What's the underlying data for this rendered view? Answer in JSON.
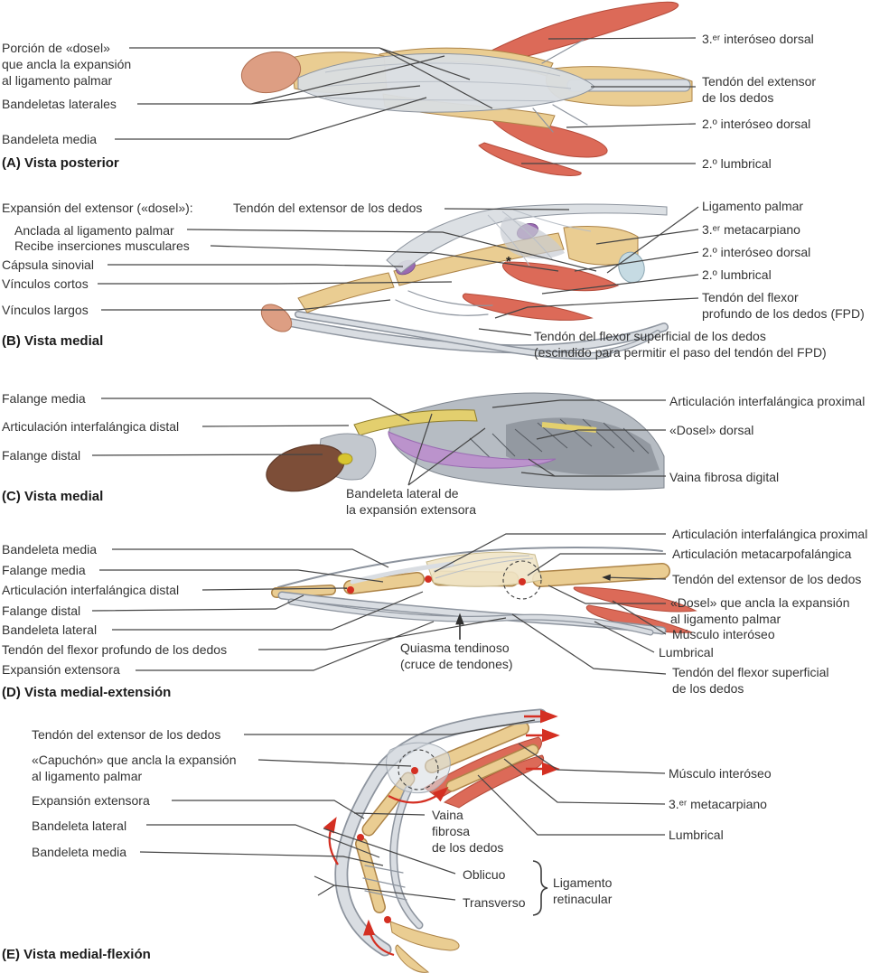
{
  "colors": {
    "muscle_red": "#dc6a58",
    "muscle_red_dark": "#b44b3a",
    "bone_tan": "#eacd92",
    "bone_outline": "#ad8448",
    "bone_yellow": "#e3cf6e",
    "tendon_gray": "#d9dde2",
    "tendon_outline": "#8d949e",
    "skin_pink": "#dd9e83",
    "skin_outline": "#b06f51",
    "fingertip_brown": "#7d4e38",
    "purple": "#9a6cb2",
    "purple_light": "#bb93cc",
    "joint_blue": "#c6dbe3",
    "accent_red": "#d42f22",
    "leader": "#454545",
    "text": "#333333"
  },
  "panels": {
    "A": {
      "caption": "(A) Vista posterior",
      "labels": {
        "dosel_portion": "Porción de «dosel»\nque ancla la expansión\nal ligamento palmar",
        "bandeletas_laterales": "Bandeletas laterales",
        "bandeleta_media": "Bandeleta media",
        "interoseo_dorsal_3": "3.ᵉʳ interóseo dorsal",
        "tendon_extensor": "Tendón del extensor\nde los dedos",
        "interoseo_dorsal_2": "2.º interóseo dorsal",
        "lumbrical_2": "2.º lumbrical"
      }
    },
    "B": {
      "caption": "(B) Vista medial",
      "labels": {
        "expansion_extensor": "Expansión del extensor («dosel»):",
        "anclada": "Anclada al ligamento palmar",
        "recibe": "Recibe inserciones musculares",
        "capsula_sinovial": "Cápsula sinovial",
        "vinculos_cortos": "Vínculos cortos",
        "vinculos_largos": "Vínculos largos",
        "tendon_extensor": "Tendón del extensor de los dedos",
        "ligamento_palmar": "Ligamento palmar",
        "metacarpiano_3": "3.ᵉʳ metacarpiano",
        "interoseo_dorsal_2": "2.º interóseo dorsal",
        "lumbrical_2": "2.º lumbrical",
        "tendon_flexor_profundo": "Tendón del flexor\nprofundo de los dedos (FPD)",
        "tendon_flexor_superficial": "Tendón del flexor superficial de los dedos\n(escindido para permitir el paso del tendón del FPD)",
        "asterisk": "*"
      }
    },
    "C": {
      "caption": "(C) Vista medial",
      "labels": {
        "falange_media": "Falange media",
        "articulacion_if_distal": "Articulación interfalángica distal",
        "falange_distal": "Falange distal",
        "bandeleta_lateral_expansion": "Bandeleta lateral de\nla expansión extensora",
        "articulacion_if_proximal": "Articulación interfalángica proximal",
        "dosel_dorsal": "«Dosel» dorsal",
        "vaina_fibrosa_digital": "Vaina fibrosa digital"
      }
    },
    "D": {
      "caption": "(D) Vista medial-extensión",
      "labels": {
        "bandeleta_media": "Bandeleta media",
        "falange_media": "Falange media",
        "articulacion_if_distal": "Articulación interfalángica distal",
        "falange_distal": "Falange distal",
        "bandeleta_lateral": "Bandeleta lateral",
        "tendon_flexor_profundo": "Tendón del flexor profundo de los dedos",
        "expansion_extensora": "Expansión extensora",
        "quiasma": "Quiasma tendinoso\n(cruce de tendones)",
        "articulacion_if_proximal": "Articulación interfalángica proximal",
        "articulacion_mcf": "Articulación metacarpofalángica",
        "tendon_extensor": "Tendón del extensor de los dedos",
        "dosel_ancla": "«Dosel» que ancla la expansión\nal ligamento palmar",
        "musculo_interoseo": "Músculo interóseo",
        "lumbrical": "Lumbrical",
        "tendon_flexor_superficial": "Tendón del flexor superficial\nde los dedos"
      }
    },
    "E": {
      "caption": "(E) Vista medial-flexión",
      "labels": {
        "tendon_extensor": "Tendón del extensor de los dedos",
        "capuchon": "«Capuchón» que ancla la expansión\nal ligamento palmar",
        "expansion_extensora": "Expansión extensora",
        "bandeleta_lateral": "Bandeleta lateral",
        "bandeleta_media": "Bandeleta media",
        "vaina_fibrosa": "Vaina\nfibrosa\nde los dedos",
        "oblicuo": "Oblicuo",
        "transverso": "Transverso",
        "ligamento_retinacular": "Ligamento\nretinacular",
        "musculo_interoseo": "Músculo interóseo",
        "metacarpiano_3": "3.ᵉʳ metacarpiano",
        "lumbrical": "Lumbrical"
      }
    }
  }
}
